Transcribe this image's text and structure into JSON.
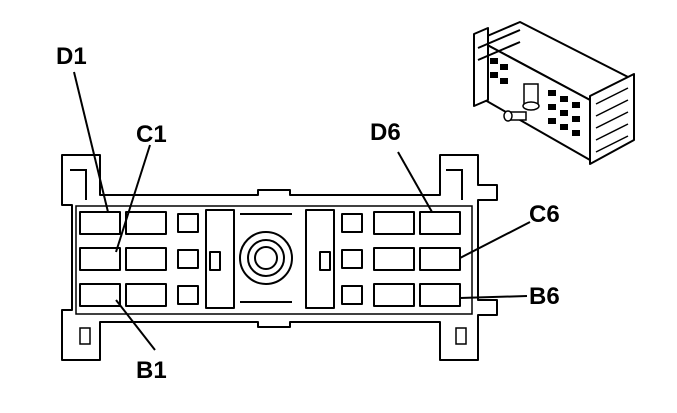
{
  "diagram": {
    "labels": {
      "d1": "D1",
      "c1": "C1",
      "b1": "B1",
      "d6": "D6",
      "c6": "C6",
      "b6": "B6"
    }
  }
}
